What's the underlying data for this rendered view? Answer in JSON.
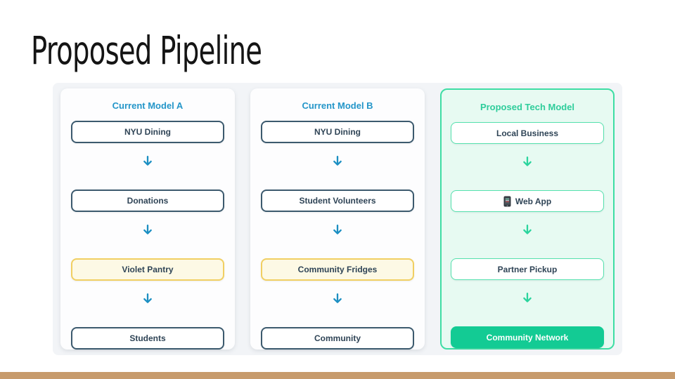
{
  "slide": {
    "title": "Proposed Pipeline"
  },
  "columns": [
    {
      "header": "Current Model A",
      "theme": "blue",
      "nodes": [
        {
          "label": "NYU Dining",
          "style": "default"
        },
        {
          "label": "Donations",
          "style": "default"
        },
        {
          "label": "Violet Pantry",
          "style": "yellow"
        },
        {
          "label": "Students",
          "style": "default"
        }
      ]
    },
    {
      "header": "Current Model B",
      "theme": "blue",
      "nodes": [
        {
          "label": "NYU Dining",
          "style": "default"
        },
        {
          "label": "Student Volunteers",
          "style": "default"
        },
        {
          "label": "Community Fridges",
          "style": "yellow"
        },
        {
          "label": "Community",
          "style": "default"
        }
      ]
    },
    {
      "header": "Proposed Tech Model",
      "theme": "green",
      "nodes": [
        {
          "label": "Local Business",
          "style": "green-outline"
        },
        {
          "label": "Web App",
          "style": "green-outline",
          "icon": "smartphone-icon"
        },
        {
          "label": "Partner Pickup",
          "style": "green-outline"
        },
        {
          "label": "Community Network",
          "style": "green-solid"
        }
      ]
    }
  ],
  "colors": {
    "blue_header": "#2496c9",
    "blue_arrow": "#1c8fc2",
    "dark_border": "#3c5a6e",
    "yellow_border": "#f1cf62",
    "yellow_bg": "#fdf9e5",
    "green_header": "#2ecd9b",
    "green_arrow": "#2ad49d",
    "green_panel_bg": "#e7faf2",
    "green_panel_border": "#3edda4",
    "green_solid": "#13cb94",
    "board_bg": "#f2f4f7",
    "footer_bar": "#c79b6c",
    "node_text": "#2f4456"
  }
}
